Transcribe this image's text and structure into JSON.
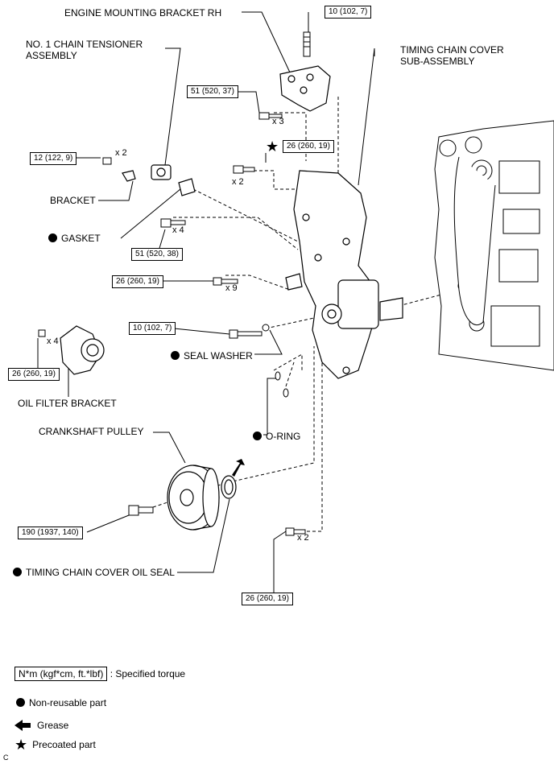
{
  "labels": {
    "engine_mounting_bracket": "ENGINE MOUNTING BRACKET RH",
    "chain_tensioner": "NO. 1 CHAIN TENSIONER\nASSEMBLY",
    "timing_chain_cover": "TIMING CHAIN COVER\nSUB-ASSEMBLY",
    "bracket": "BRACKET",
    "gasket": "GASKET",
    "seal_washer": "SEAL WASHER",
    "oil_filter_bracket": "OIL FILTER BRACKET",
    "crankshaft_pulley": "CRANKSHAFT PULLEY",
    "o_ring": "O-RING",
    "timing_chain_cover_oil_seal": "TIMING CHAIN COVER OIL SEAL"
  },
  "torques": {
    "t_stud_top": "10 (102, 7)",
    "t_bracket_bolts": "51 (520, 37)",
    "t_tensioner_nut": "12 (122, 9)",
    "t_precoated_top": "26 (260, 19)",
    "t_cover_bolts_51": "51 (520, 38)",
    "t_cover_bolts_26": "26 (260, 19)",
    "t_bolt_10": "10 (102, 7)",
    "t_oil_filter_bracket": "26 (260, 19)",
    "t_pulley": "190 (1937, 140)",
    "t_bottom": "26 (260, 19)"
  },
  "multipliers": {
    "m_bracket_bolts": "x 3",
    "m_tensioner_nut": "x 2",
    "m_precoated": "x 2",
    "m_cover_51": "x 4",
    "m_cover_26": "x 9",
    "m_oil_filter": "x 4",
    "m_bottom": "x 2"
  },
  "legend": {
    "torque_unit": "N*m (kgf*cm, ft.*lbf)",
    "torque_desc": ": Specified torque",
    "non_reusable": "Non-reusable part",
    "grease": "Grease",
    "precoated": "Precoated part"
  },
  "corner_code": "C"
}
